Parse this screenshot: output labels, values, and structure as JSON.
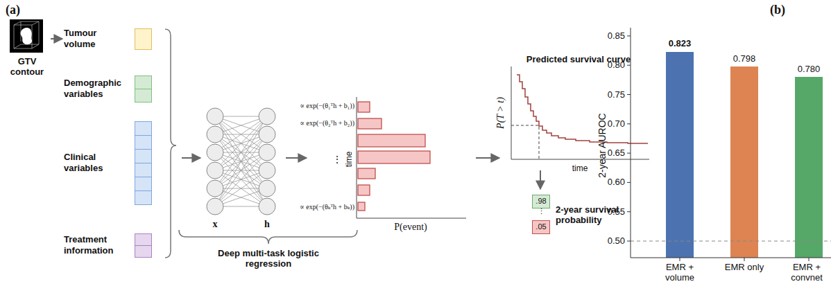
{
  "diagram": {
    "nodes": [
      {
        "text": [
          "GTV contour"
        ]
      },
      {
        "text": [
          "Tumour volume"
        ]
      },
      {
        "text": [
          "Demographic variables"
        ]
      },
      {
        "text": [
          "Clinical variables"
        ]
      },
      {
        "text": [
          "Treatment information"
        ]
      },
      {
        "text": [
          ".98"
        ]
      },
      {
        "text": [
          ".05"
        ]
      }
    ],
    "edges": [
      {
        "from": 0,
        "to": 1,
        "arrow": "to"
      }
    ],
    "labels": [
      "(a)",
      "(b)",
      "x",
      "h",
      "∝ exp(−(θ₁ᵀh + b₁))",
      "∝ exp(−(θ₂ᵀh + b₂))",
      "⋮",
      "∝ exp(−(θₖᵀh + bₖ))",
      "time",
      "P(event)",
      "Deep multi-task logistic regression",
      "Predicted survival curve",
      "P(T > t)",
      "time",
      "2-year survival probability",
      "0.85",
      "0.80",
      "0.75",
      "0.70",
      "0.65",
      "0.60",
      "0.55",
      "0.50",
      "2-year AUROC",
      "0.823",
      "0.798",
      "0.780",
      "EMR + volume",
      "EMR only",
      "EMR + convnet",
      "⋮"
    ]
  }
}
